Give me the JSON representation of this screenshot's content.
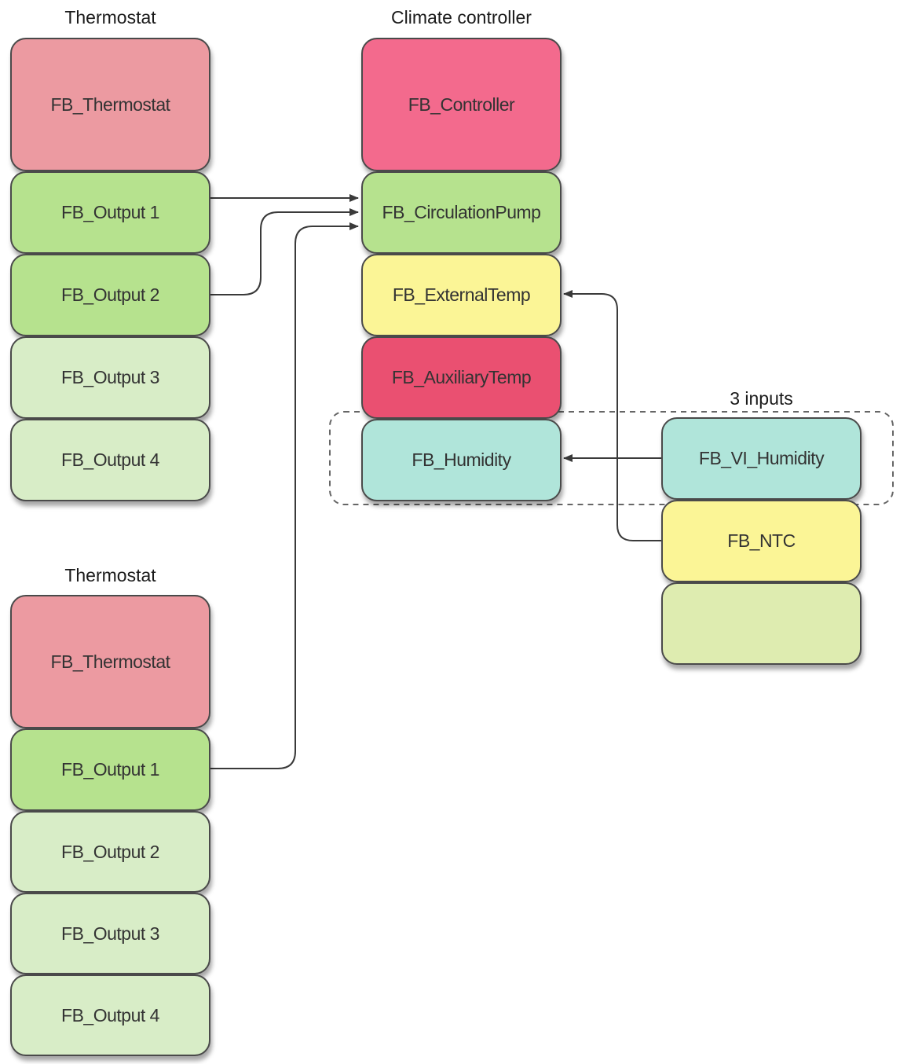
{
  "colors": {
    "thermostat": "#ec9aa1",
    "controller": "#f36a8d",
    "active_output": "#b6e28e",
    "inactive_output": "#d8edc7",
    "external_temp": "#fbf596",
    "auxiliary_temp": "#ea5071",
    "humidity": "#b0e5da",
    "empty_input": "#deecb0",
    "line": "#3a3a3a",
    "dashed_border": "#666666"
  },
  "thermostat_1": {
    "title": "Thermostat",
    "blocks": [
      "FB_Thermostat",
      "FB_Output 1",
      "FB_Output 2",
      "FB_Output 3",
      "FB_Output 4"
    ]
  },
  "thermostat_2": {
    "title": "Thermostat",
    "blocks": [
      "FB_Thermostat",
      "FB_Output 1",
      "FB_Output 2",
      "FB_Output 3",
      "FB_Output 4"
    ]
  },
  "climate_controller": {
    "title": "Climate controller",
    "blocks": [
      "FB_Controller",
      "FB_CirculationPump",
      "FB_ExternalTemp",
      "FB_AuxiliaryTemp",
      "FB_Humidity"
    ]
  },
  "inputs": {
    "title": "3 inputs",
    "blocks": [
      "FB_VI_Humidity",
      "FB_NTC",
      ""
    ]
  },
  "connections": [
    {
      "from": "Thermostat FB_Output 1",
      "to": "FB_CirculationPump"
    },
    {
      "from": "Thermostat FB_Output 2",
      "to": "FB_CirculationPump"
    },
    {
      "from": "Thermostat (2) FB_Output 1",
      "to": "FB_CirculationPump"
    },
    {
      "from": "FB_NTC",
      "to": "FB_ExternalTemp"
    },
    {
      "from": "FB_VI_Humidity",
      "to": "FB_Humidity"
    }
  ]
}
